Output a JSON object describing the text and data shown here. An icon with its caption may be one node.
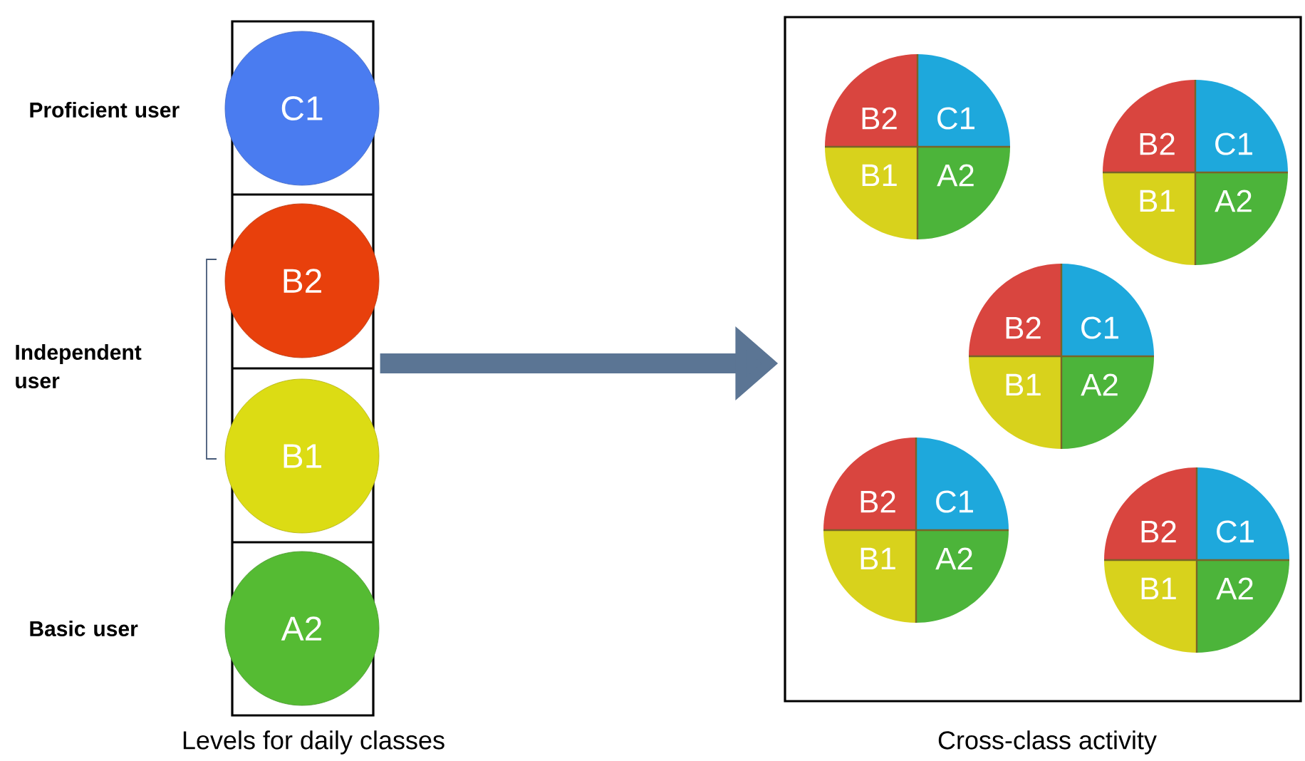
{
  "diagram": {
    "nodes": [
      {
        "text": [],
        "shape": "box"
      },
      {
        "text": [
          "C1"
        ],
        "in": 0
      },
      {
        "text": [
          "B2"
        ],
        "in": 0
      },
      {
        "text": [
          "B1"
        ],
        "in": 0
      },
      {
        "text": [
          "A2"
        ],
        "in": 0
      },
      {
        "text": [],
        "shape": "box"
      },
      {
        "text": [
          "B2",
          "C1",
          "B1",
          "A2"
        ],
        "in": 5
      },
      {
        "text": [
          "B2",
          "C1",
          "B1",
          "A2"
        ],
        "in": 5
      },
      {
        "text": [
          "B2",
          "C1",
          "B1",
          "A2"
        ],
        "in": 5
      },
      {
        "text": [
          "B2",
          "C1",
          "B1",
          "A2"
        ],
        "in": 5
      },
      {
        "text": [
          "B2",
          "C1",
          "B1",
          "A2"
        ],
        "in": 5
      }
    ],
    "edges": [
      {
        "from": 0,
        "to": 5,
        "arrow": "to"
      }
    ],
    "labels": [
      "Proficient user",
      "Independent user",
      "Basic user",
      "Levels for daily classes",
      "Cross-class activity"
    ]
  }
}
